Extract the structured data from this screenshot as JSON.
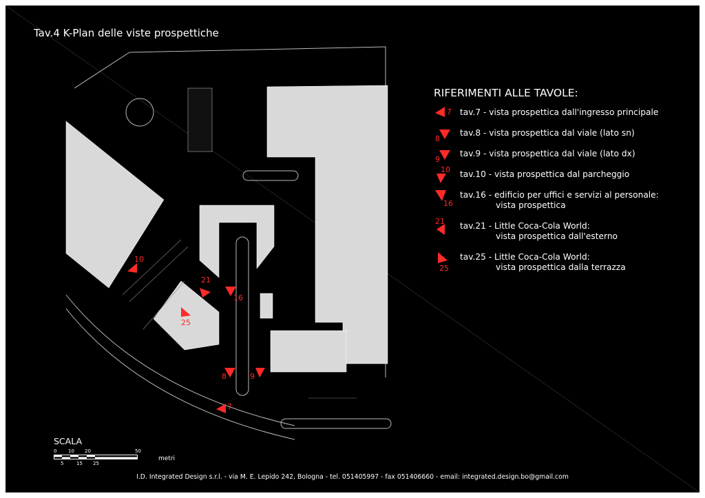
{
  "title": "Tav.4 K-Plan delle viste prospettiche",
  "legend": {
    "title": "RIFERIMENTI ALLE TAVOLE:",
    "items": [
      {
        "num": "7",
        "line1": "tav.7 - vista prospettica dall'ingresso principale",
        "line2": ""
      },
      {
        "num": "8",
        "line1": "tav.8 - vista prospettica dal viale (lato sn)",
        "line2": ""
      },
      {
        "num": "9",
        "line1": "tav.9 - vista prospettica dal viale (lato dx)",
        "line2": ""
      },
      {
        "num": "10",
        "line1": "tav.10 - vista prospettica dal parcheggio",
        "line2": ""
      },
      {
        "num": "16",
        "line1": "tav.16 - edificio per uffici e servizi al personale:",
        "line2": "vista prospettica"
      },
      {
        "num": "21",
        "line1": "tav.21 - Little Coca-Cola World:",
        "line2": "vista prospettica dall'esterno"
      },
      {
        "num": "25",
        "line1": "tav.25 - Little Coca-Cola World:",
        "line2": "vista prospettica dalla terrazza"
      }
    ]
  },
  "markers": [
    "10",
    "21",
    "16",
    "25",
    "8",
    "9",
    "7"
  ],
  "scale": {
    "title": "SCALA",
    "ticks_top": [
      "0",
      "10",
      "20",
      "50"
    ],
    "ticks_bottom": [
      "5",
      "15",
      "25"
    ],
    "unit": "metri"
  },
  "footer": "I.D. Integrated Design s.r.l. - via M. E. Lepido 242, Bologna - tel. 051405997 - fax 051406660 - email: integrated.design.bo@gmail.com",
  "colors": {
    "marker": "#ff2a2a",
    "building": "#d9d9d9",
    "background": "#000000"
  }
}
